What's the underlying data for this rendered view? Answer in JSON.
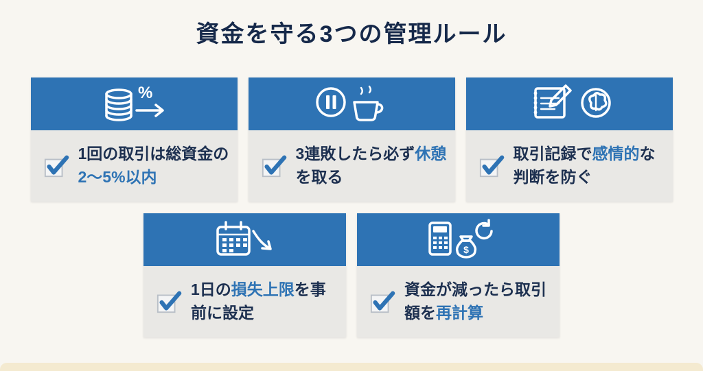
{
  "title": "資金を守る3つの管理ルール",
  "glyphs": {
    "percent": "%",
    "dollar": "$"
  },
  "colors": {
    "background": "#f8f6f1",
    "header_blue": "#2e73b4",
    "card_body": "#e9e8e5",
    "title_text": "#16294a",
    "body_text": "#1d3050",
    "highlight": "#2e73b4",
    "bottom_bar": "#f4ead0"
  },
  "cards": [
    {
      "icon": "coins-percent-growth-icon",
      "pre": "1回の取引は総資金の",
      "highlight": "2〜5%以内",
      "post": ""
    },
    {
      "icon": "pause-coffee-break-icon",
      "pre": "3連敗したら必ず",
      "highlight": "休憩",
      "post": "を取る"
    },
    {
      "icon": "journal-pencil-brain-icon",
      "pre": "取引記録で",
      "highlight": "感情的",
      "post": "な判断を防ぐ"
    },
    {
      "icon": "calendar-decline-icon",
      "pre": "1日の",
      "highlight": "損失上限",
      "post": "を事前に設定"
    },
    {
      "icon": "calculator-moneybag-recalc-icon",
      "pre": "資金が減ったら取引額を",
      "highlight": "再計算",
      "post": ""
    }
  ]
}
